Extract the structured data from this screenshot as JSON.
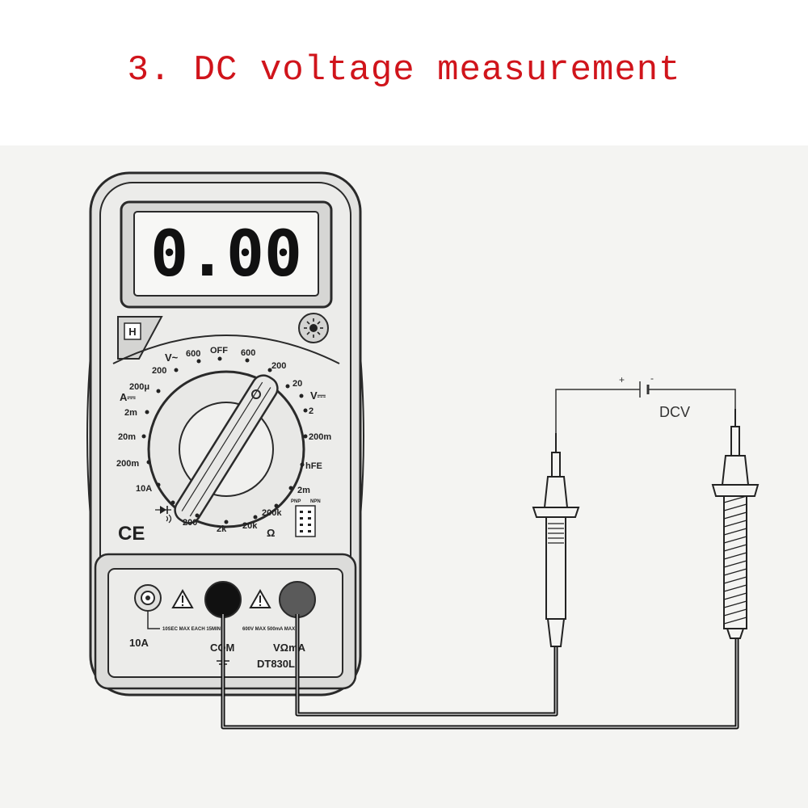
{
  "title": "3. DC voltage measurement",
  "meter": {
    "display_value": "0.00",
    "hold_label": "H",
    "model": "DT830L",
    "dial": {
      "v_ac_600": "600",
      "v_ac_symbol": "V~",
      "v_ac_200": "200",
      "off": "OFF",
      "v_dc_600": "600",
      "v_dc_200": "200",
      "v_dc_20": "20",
      "v_dc_symbol": "V⎓",
      "v_dc_2": "2",
      "v_dc_200m": "200m",
      "hfe": "hFE",
      "ohm_2m": "2m",
      "ohm_200k": "200k",
      "ohm_20k": "20k",
      "ohm_2k": "2k",
      "ohm_200": "200",
      "ohm_symbol": "Ω",
      "a_200u": "200μ",
      "a_symbol": "A⎓",
      "a_2m": "2m",
      "a_20m": "20m",
      "a_200m": "200m",
      "a_10a": "10A"
    },
    "transistor_socket": {
      "pnp": "PNP",
      "npn": "NPN"
    },
    "ce_mark": "CE",
    "jacks": {
      "left_label": "10A",
      "left_warning": "10SEC MAX EACH 15MIN",
      "com_label": "COM",
      "right_warning": "600V MAX 500mA MAX",
      "vma_label": "VΩmA"
    }
  },
  "circuit": {
    "source_label": "DCV",
    "plus": "+",
    "minus": "-"
  }
}
